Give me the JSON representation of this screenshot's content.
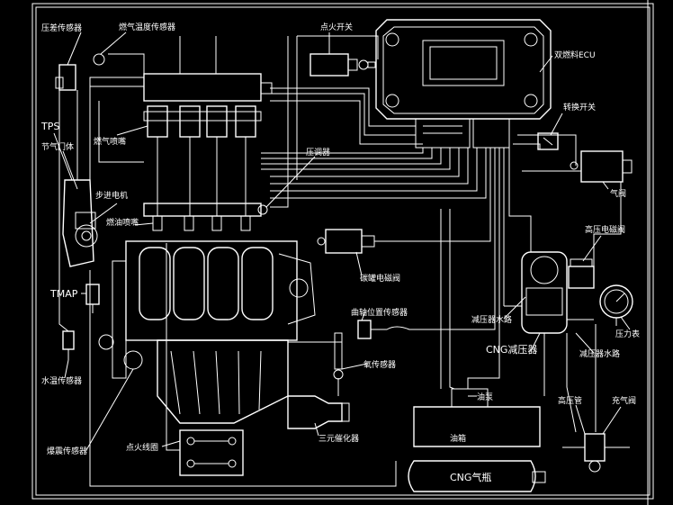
{
  "diagram": {
    "labels": {
      "pressure_sensor": "压差传感器",
      "fuel_rail_sensor": "燃气温度传感器",
      "ignition_switch": "点火开关",
      "dual_fuel_ecu": "双燃料ECU",
      "tps": "TPS",
      "throttle_body": "节气门体",
      "gas_injector": "燃气喷嘴",
      "pressure_regulator": "压调器",
      "mode_switch": "转换开关",
      "gas_valve": "气阀",
      "stepper_motor": "步进电机",
      "fuel_injector": "燃油喷嘴",
      "high_pressure_valve": "高压电磁阀",
      "canister_valve": "碳罐电磁阀",
      "tmap": "TMAP",
      "crank_sensor": "曲轴位置传感器",
      "pressure_gauge": "压力表",
      "reducer_water": "减压器水路",
      "cng_reducer": "CNG减压器",
      "reducer_water_2": "减压器水路",
      "coolant_temp_sensor": "水温传感器",
      "oxygen_sensor": "氧传感器",
      "fuel_pump": "油泵",
      "high_pressure_pipe": "高压管",
      "fill_valve": "充气阀",
      "fuel_tank": "油箱",
      "knock_sensor": "爆震传感器",
      "ignition_coil": "点火线圈",
      "three_way_catalyst": "三元催化器",
      "cng_cylinder": "CNG气瓶"
    }
  }
}
